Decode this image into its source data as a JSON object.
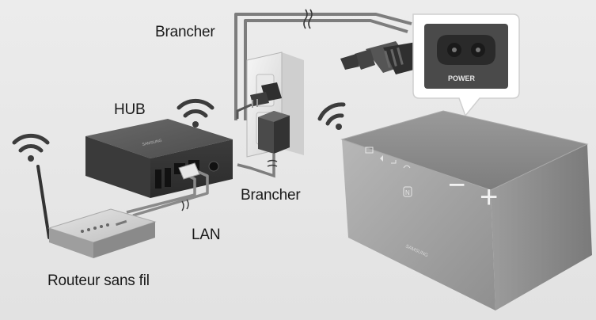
{
  "labels": {
    "brancher_top": "Brancher",
    "hub": "HUB",
    "brancher_bottom": "Brancher",
    "lan": "LAN",
    "router": "Routeur sans fil"
  },
  "device_text": {
    "power": "POWER",
    "hub_brand": "SAMSUNG",
    "speaker_brand": "SAMSUNG",
    "minus": "−",
    "plus": "+",
    "nfc": "N"
  },
  "colors": {
    "background": "#e7e7e7",
    "speaker": "#8e8e8e",
    "hub": "#4a4a4a",
    "router": "#cfcfcf",
    "cable": "#7a7a7a",
    "wifi": "#3c3c3c"
  },
  "icons": [
    "wifi-icon",
    "power-socket-icon",
    "wall-outlet-icon",
    "nfc-icon",
    "volume-minus-icon",
    "volume-plus-icon"
  ]
}
